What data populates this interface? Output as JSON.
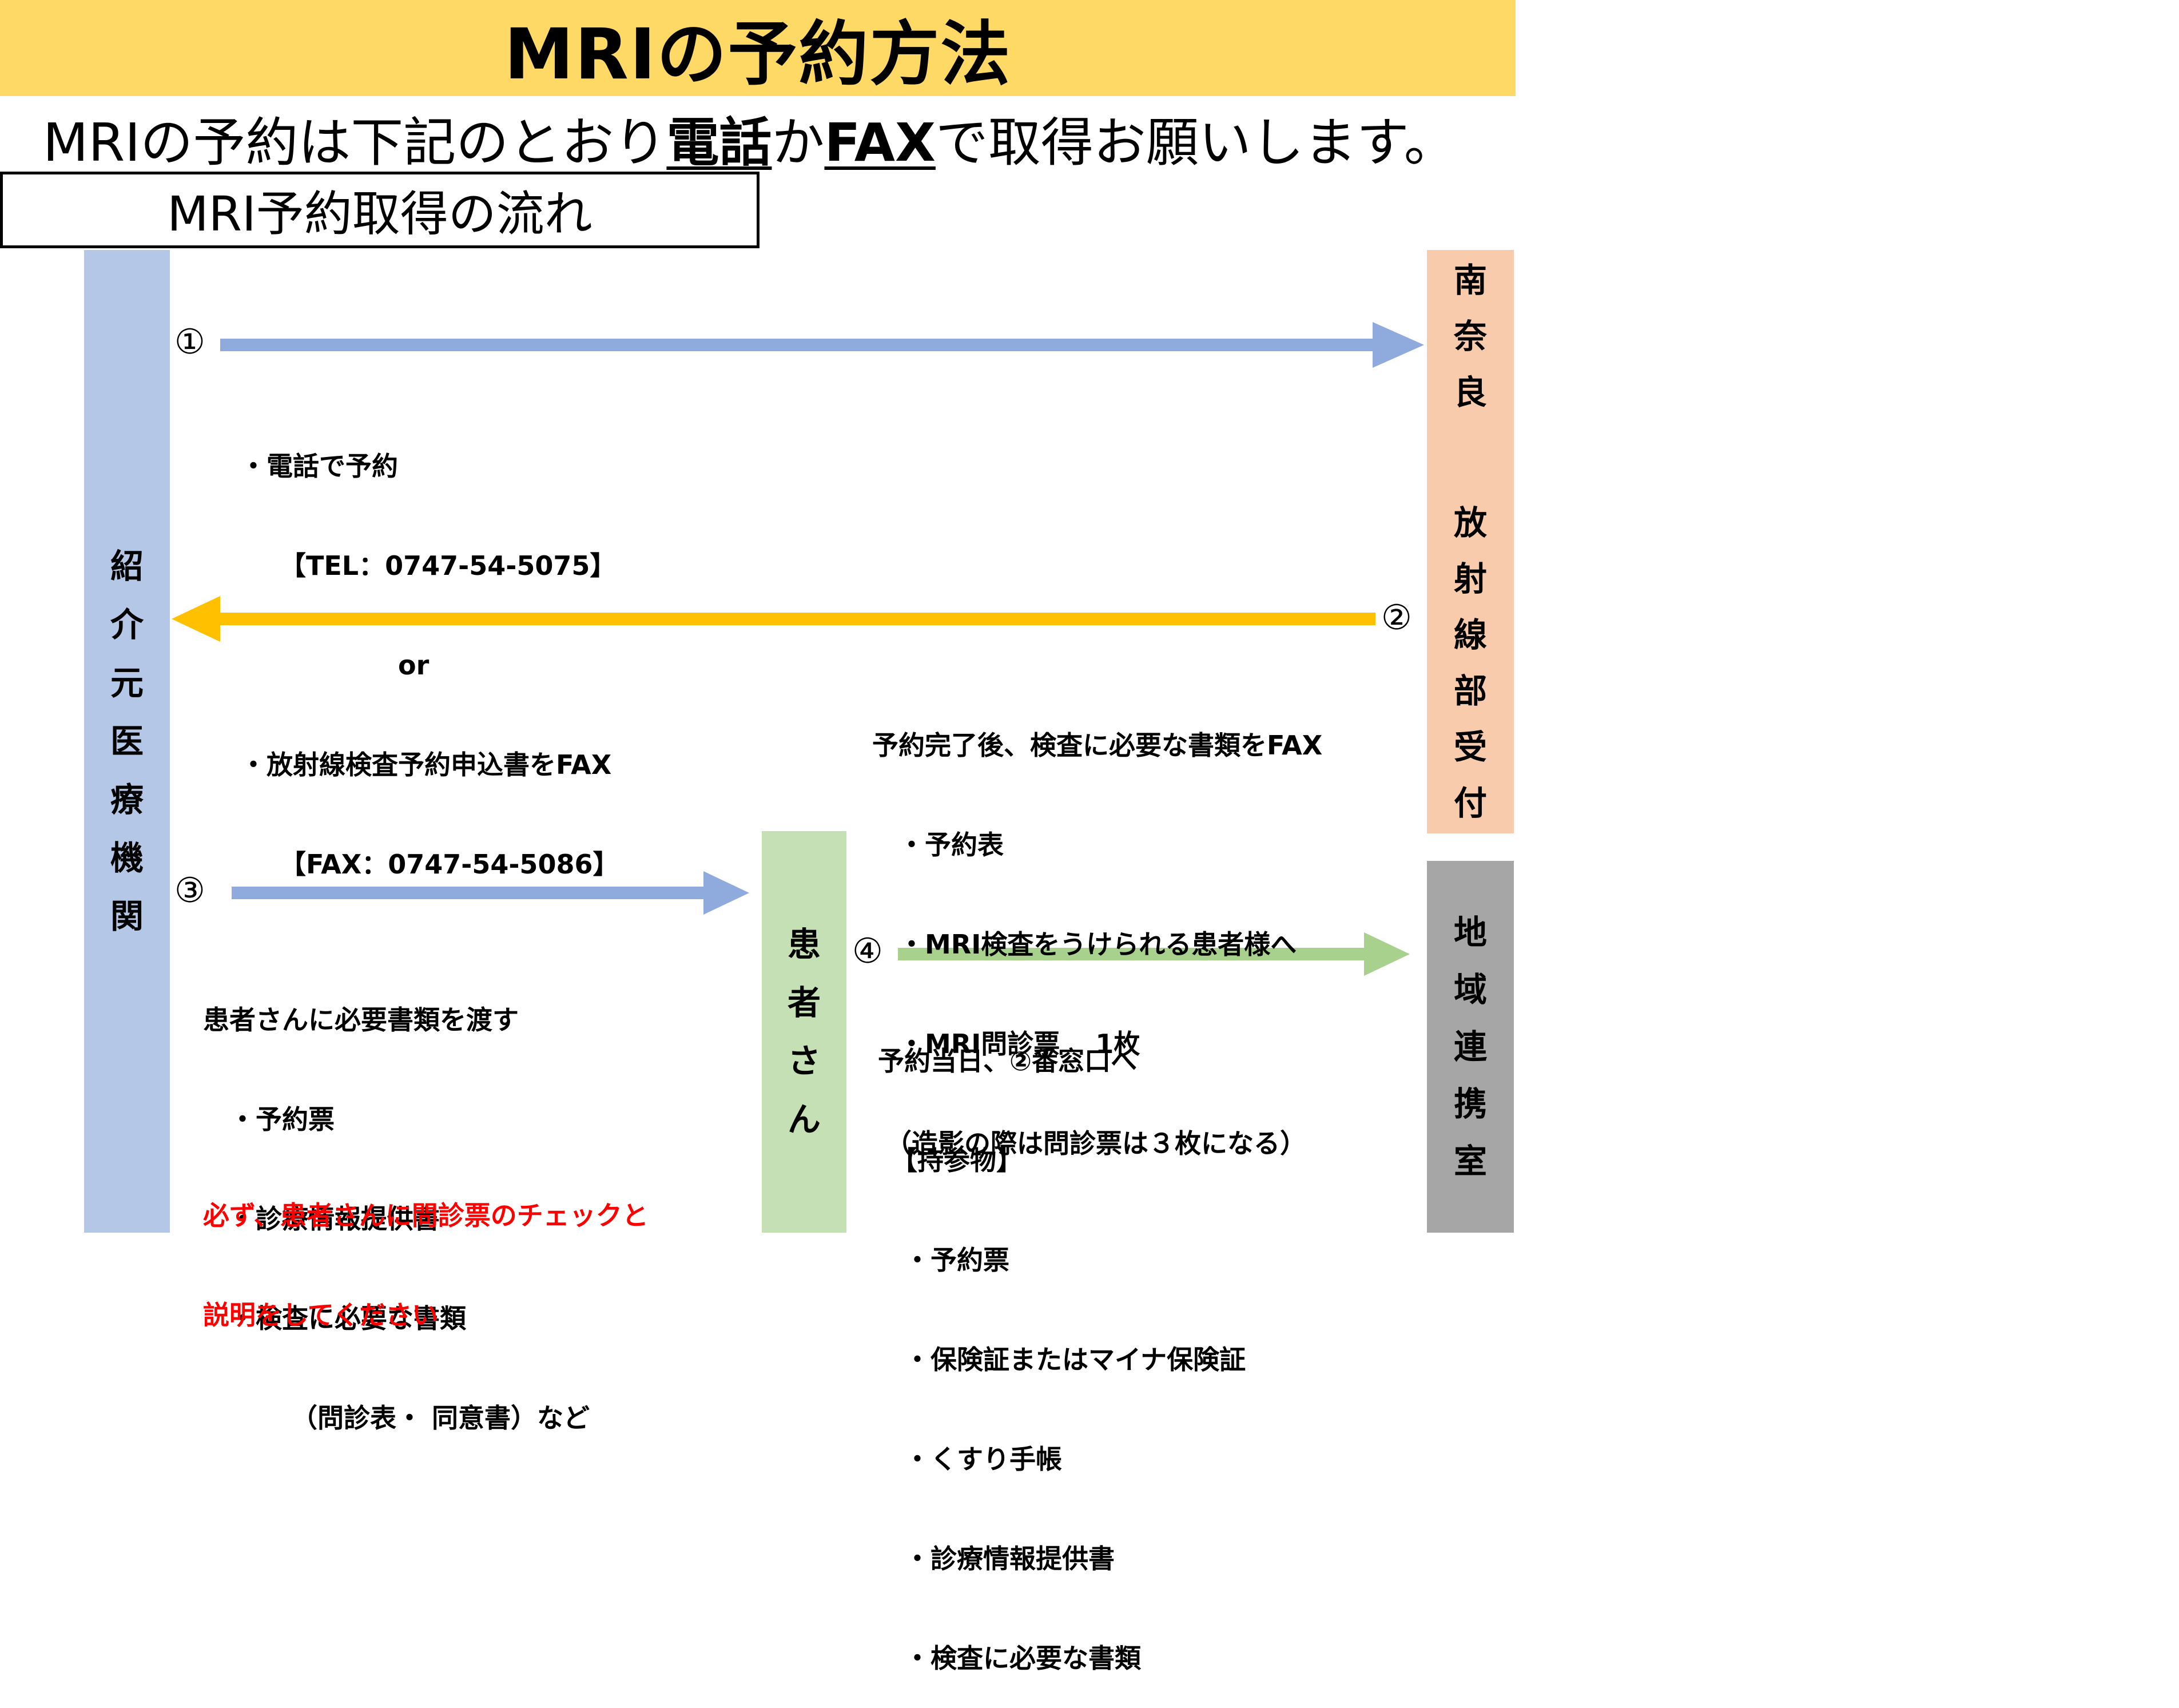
{
  "title": "MRIの予約方法",
  "subtitle": {
    "pre": "MRIの予約は下記のとおり",
    "phone": "電話",
    "mid": "か",
    "fax": "FAX",
    "post": "で取得お願いします。"
  },
  "flow_heading": "MRI予約取得の流れ",
  "columns": {
    "left": [
      "紹",
      "介",
      "元",
      "医",
      "療",
      "機",
      "関"
    ],
    "middle": [
      "患",
      "者",
      "さ",
      "ん"
    ],
    "right_top_a": [
      "南",
      "奈",
      "良"
    ],
    "right_top_b": [
      "放",
      "射",
      "線",
      "部",
      "受",
      "付"
    ],
    "right_bottom": [
      "地",
      "域",
      "連",
      "携",
      "室"
    ]
  },
  "steps": {
    "s1": {
      "num": "①",
      "lines": [
        "・電話で予約",
        "　　【TEL：0747-54-5075】",
        "　　　　　　or",
        "・放射線検査予約申込書をFAX",
        "　　【FAX：0747-54-5086】"
      ]
    },
    "s2": {
      "num": "②",
      "lines": [
        "予約完了後、検査に必要な書類をFAX",
        "　・予約表",
        "　・MRI検査をうけられる患者様へ",
        "　・MRI問診票　 1枚",
        "　（造影の際は問診票は３枚になる）"
      ]
    },
    "s3": {
      "num": "③",
      "lines": [
        "患者さんに必要書類を渡す",
        "　・予約票",
        "　・診療情報提供書",
        "　・検査に必要な書類",
        "　　　 （問診表・ 同意書）など"
      ],
      "warning": [
        "必ず、患者さんに問診票のチェックと",
        "説明をしてください"
      ]
    },
    "s4": {
      "num": "④",
      "lines": [
        "予約当日、②番窓口へ",
        "　【持参物】",
        "　・予約票",
        "　・保険証またはマイナ保険証",
        "　・くすり手帳",
        "　・診療情報提供書",
        "　・検査に必要な書類"
      ]
    }
  },
  "colors": {
    "title_bg": "#ffd966",
    "left_col": "#b4c7e7",
    "mid_col": "#c5e0b4",
    "right_top_col": "#f8cbad",
    "right_bottom_col": "#a6a6a6",
    "arrow_blue": "#8faadc",
    "arrow_yellow": "#ffc000",
    "arrow_green": "#a9d18e",
    "warning": "#ff0000"
  }
}
